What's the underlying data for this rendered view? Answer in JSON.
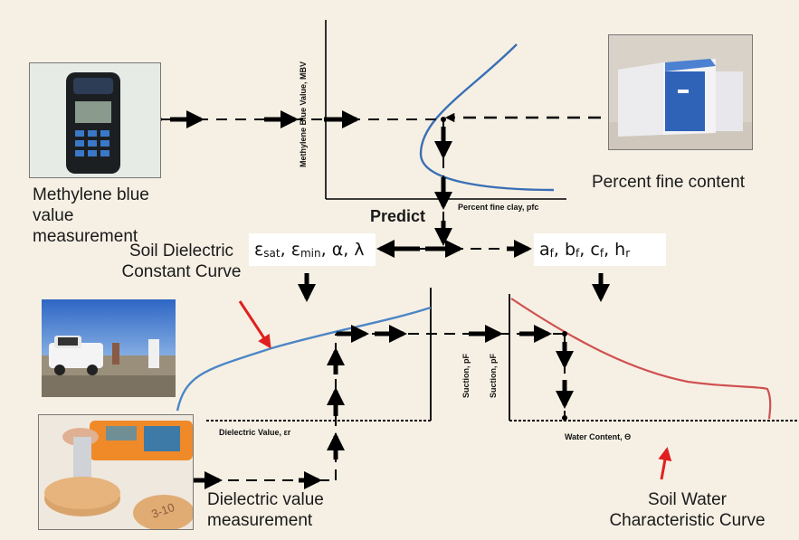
{
  "labels": {
    "methylene_measure": "Methylene blue value measurement",
    "percent_fine_content": "Percent fine content",
    "predict": "Predict",
    "soil_dielectric_curve": "Soil Dielectric Constant Curve",
    "dielectric_measure": "Dielectric value measurement",
    "swcc": "Soil Water Characteristic Curve"
  },
  "axes": {
    "top_y": "Methylene Blue Value, MBV",
    "top_x": "Percent fine clay, pfc",
    "left_x": "Dielectric Value, εr",
    "left_y": "Suction, pF",
    "right_y": "Suction, pF",
    "right_x": "Water Content, Θ"
  },
  "params_left": {
    "e1": "ε",
    "e1_sub": "sat",
    "e2": "ε",
    "e2_sub": "min",
    "rest": "α, λ"
  },
  "params_right": {
    "a": "a",
    "a_sub": "f",
    "b": "b",
    "b_sub": "f",
    "c": "c",
    "c_sub": "f",
    "h": "h",
    "h_sub": "r"
  },
  "colors": {
    "background": "#f6f0e4",
    "mbv_curve": "#3a6fb5",
    "dielectric_curve": "#4d86c6",
    "swcc_curve": "#d05050",
    "annotation_arrow": "#e02020"
  }
}
